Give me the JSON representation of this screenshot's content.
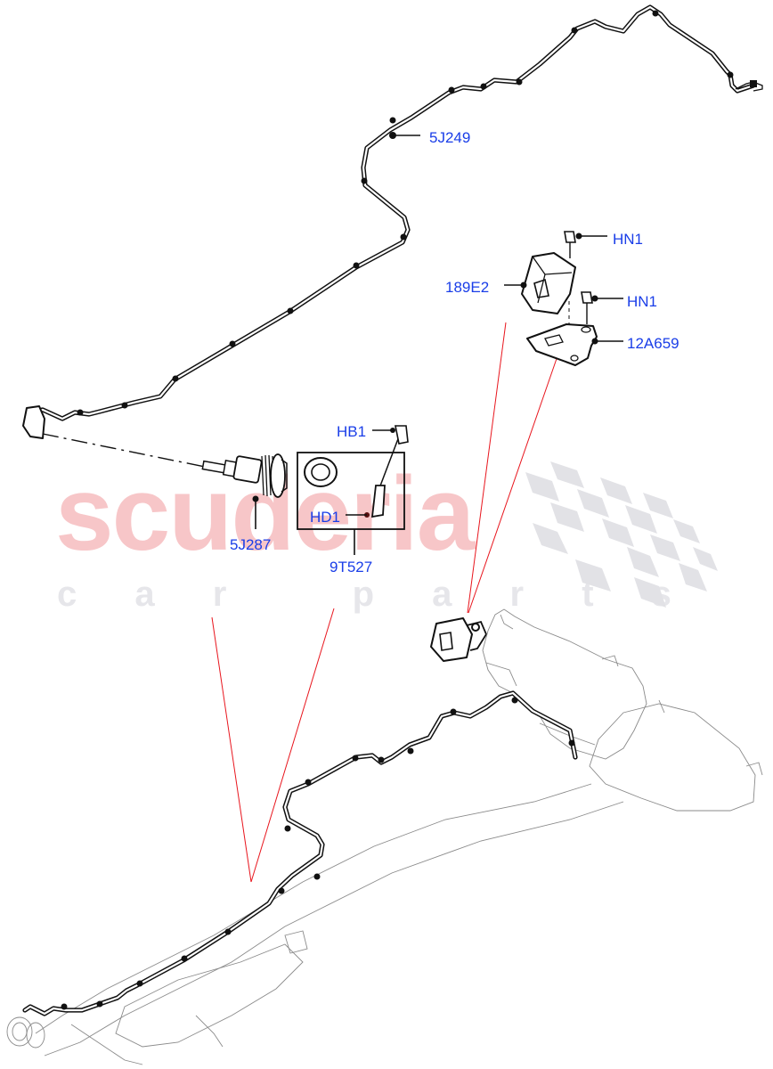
{
  "diagram": {
    "title": "",
    "watermark": {
      "brand": "scuderia",
      "tagline": "c a r   p a r t s",
      "brand_color": "#f7c6c8",
      "tagline_color": "#e6e6ea",
      "checker_color": "#e2e2e6"
    },
    "colors": {
      "callout_text": "#1a3ee8",
      "leader_lines": "#111111",
      "reference_lines": "#e8151d",
      "background": "#ffffff"
    },
    "callouts": [
      {
        "id": "5J249",
        "label": "5J249",
        "part": "pipe-upper"
      },
      {
        "id": "HN1a",
        "label": "HN1",
        "part": "nut-upper"
      },
      {
        "id": "189E2",
        "label": "189E2",
        "part": "module-box"
      },
      {
        "id": "HN1b",
        "label": "HN1",
        "part": "nut-lower"
      },
      {
        "id": "12A659",
        "label": "12A659",
        "part": "mounting-bracket"
      },
      {
        "id": "HB1",
        "label": "HB1",
        "part": "bolt"
      },
      {
        "id": "HD1",
        "label": "HD1",
        "part": "clip"
      },
      {
        "id": "5J287",
        "label": "5J287",
        "part": "injector-connector"
      },
      {
        "id": "9T527",
        "label": "9T527",
        "part": "repair-kit"
      }
    ]
  }
}
